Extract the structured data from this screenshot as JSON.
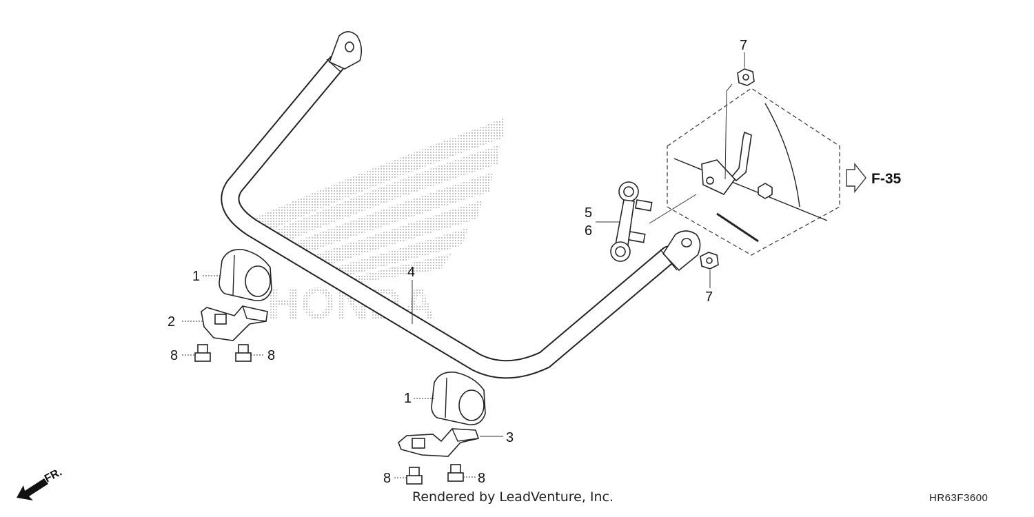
{
  "callouts": [
    {
      "id": "c1a",
      "label": "1"
    },
    {
      "id": "c1b",
      "label": "1"
    },
    {
      "id": "c2",
      "label": "2"
    },
    {
      "id": "c3",
      "label": "3"
    },
    {
      "id": "c4",
      "label": "4"
    },
    {
      "id": "c5",
      "label": "5"
    },
    {
      "id": "c6",
      "label": "6"
    },
    {
      "id": "c7a",
      "label": "7"
    },
    {
      "id": "c7b",
      "label": "7"
    },
    {
      "id": "c8a",
      "label": "8"
    },
    {
      "id": "c8b",
      "label": "8"
    },
    {
      "id": "c8c",
      "label": "8"
    },
    {
      "id": "c8d",
      "label": "8"
    }
  ],
  "reference": "F-35",
  "direction": "FR.",
  "watermark": "HONDA",
  "credit": "Rendered by LeadVenture, Inc.",
  "diagram_code": "HR63F3600"
}
